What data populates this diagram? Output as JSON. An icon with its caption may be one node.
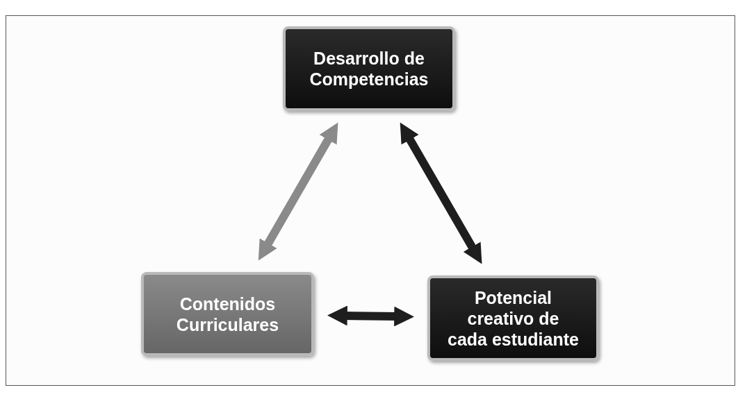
{
  "diagram": {
    "nodes": [
      {
        "text": [
          "Desarrollo de Competencias"
        ]
      },
      {
        "text": [
          "Contenidos Curriculares"
        ]
      },
      {
        "text": [
          "Potencial creativo de cada estudiante"
        ]
      }
    ],
    "edges": [
      {
        "from": 1,
        "to": 0,
        "arrow": "both",
        "color": "#8a8a8a"
      },
      {
        "from": 0,
        "to": 2,
        "arrow": "both"
      },
      {
        "from": 1,
        "to": 2,
        "arrow": "both"
      }
    ]
  }
}
